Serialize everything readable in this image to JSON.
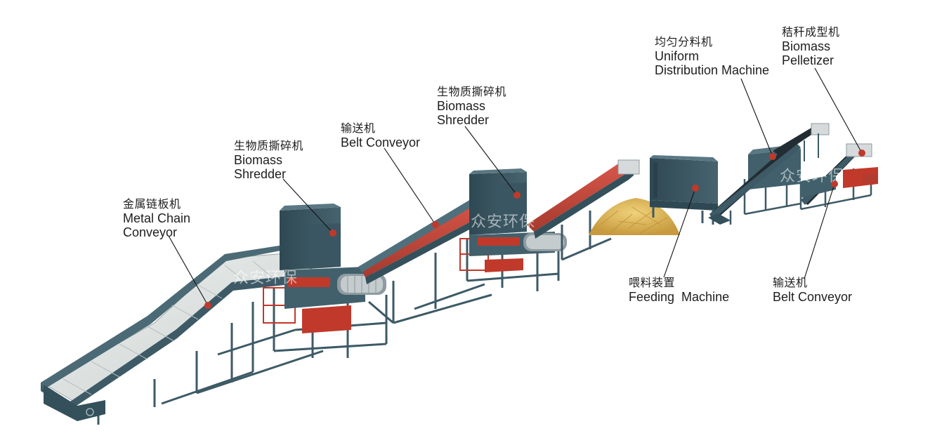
{
  "colors": {
    "frame": "#3d5a66",
    "frame_dark": "#2d444e",
    "belt_red": "#c5493a",
    "belt_red_dark": "#9e3328",
    "chain_belt": "#dfe3e2",
    "hopper": "#35505b",
    "straw": "#d9b25c",
    "dot": "#c0392b",
    "leader": "#111111"
  },
  "labels": [
    {
      "id": "metal-chain-conveyor",
      "zh": "金属链板机",
      "en": [
        "Metal Chain",
        "Conveyor"
      ]
    },
    {
      "id": "biomass-shredder-1",
      "zh": "生物质撕碎机",
      "en": [
        "Biomass",
        "Shredder"
      ]
    },
    {
      "id": "belt-conveyor-1",
      "zh": "输送机",
      "en": [
        "Belt Conveyor"
      ]
    },
    {
      "id": "biomass-shredder-2",
      "zh": "生物质撕碎机",
      "en": [
        "Biomass",
        "Shredder"
      ]
    },
    {
      "id": "uniform-distribution-machine",
      "zh": "均匀分料机",
      "en": [
        "Uniform",
        "Distribution Machine"
      ]
    },
    {
      "id": "biomass-pelletizer",
      "zh": "秸秆成型机",
      "en": [
        "Biomass",
        "Pelletizer"
      ]
    },
    {
      "id": "feeding-machine",
      "zh": "喂料装置",
      "en": [
        "Feeding  Machine"
      ]
    },
    {
      "id": "belt-conveyor-2",
      "zh": "输送机",
      "en": [
        "Belt Conveyor"
      ]
    }
  ],
  "watermark": "众安环保"
}
